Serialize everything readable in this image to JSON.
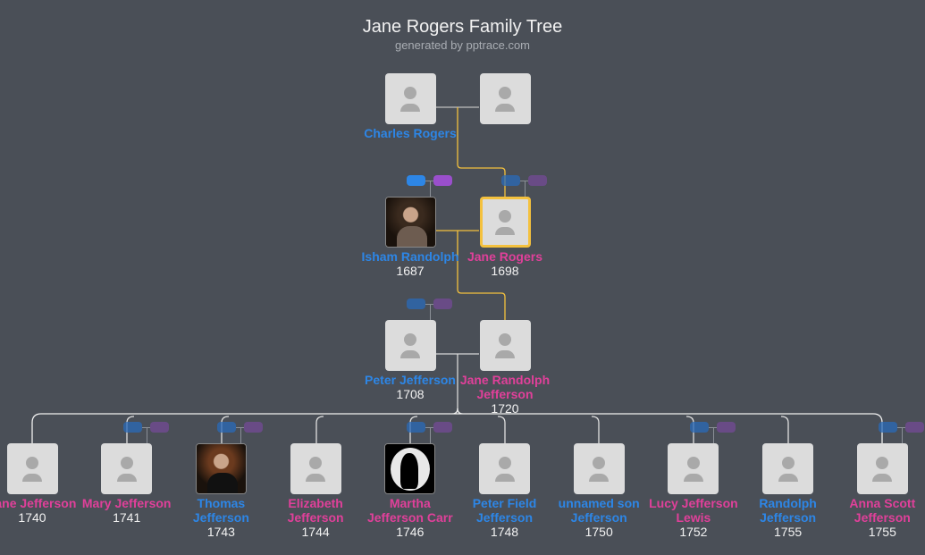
{
  "header": {
    "title": "Jane Rogers Family Tree",
    "subtitle": "generated by pptrace.com"
  },
  "colors": {
    "background": "#4a4f57",
    "male": "#2d86e6",
    "female": "#e0409a",
    "lineage": "#f4c13e"
  },
  "people": [
    {
      "id": "charles",
      "name": "Charles Rogers",
      "year": "",
      "gender": "m",
      "photo": "none"
    },
    {
      "id": "unknown",
      "name": "",
      "year": "",
      "gender": "f",
      "photo": "none"
    },
    {
      "id": "isham",
      "name": "Isham Randolph",
      "year": "1687",
      "gender": "m",
      "photo": "portrait-man-wig",
      "pills": true,
      "pills_active": true
    },
    {
      "id": "jane-rogers",
      "name": "Jane Rogers",
      "year": "1698",
      "gender": "f",
      "photo": "none",
      "selected": true,
      "pills": true
    },
    {
      "id": "peter",
      "name": "Peter Jefferson",
      "year": "1708",
      "gender": "m",
      "photo": "none",
      "pills": true
    },
    {
      "id": "jane-rj",
      "name": "Jane Randolph Jefferson",
      "year": "1720",
      "gender": "f",
      "photo": "none"
    },
    {
      "id": "c1",
      "name": "Jane Jefferson",
      "year": "1740",
      "gender": "f",
      "photo": "none"
    },
    {
      "id": "c2",
      "name": "Mary Jefferson",
      "year": "1741",
      "gender": "f",
      "photo": "none",
      "pills": true
    },
    {
      "id": "c3",
      "name": "Thomas Jefferson",
      "year": "1743",
      "gender": "m",
      "photo": "portrait-thomas",
      "pills": true
    },
    {
      "id": "c4",
      "name": "Elizabeth Jefferson",
      "year": "1744",
      "gender": "f",
      "photo": "none"
    },
    {
      "id": "c5",
      "name": "Martha Jefferson Carr",
      "year": "1746",
      "gender": "f",
      "photo": "silhouette",
      "pills": true
    },
    {
      "id": "c6",
      "name": "Peter Field Jefferson",
      "year": "1748",
      "gender": "m",
      "photo": "none"
    },
    {
      "id": "c7",
      "name": "unnamed son Jefferson",
      "year": "1750",
      "gender": "m",
      "photo": "none"
    },
    {
      "id": "c8",
      "name": "Lucy Jefferson Lewis",
      "year": "1752",
      "gender": "f",
      "photo": "none",
      "pills": true
    },
    {
      "id": "c9",
      "name": "Randolph Jefferson",
      "year": "1755",
      "gender": "m",
      "photo": "none"
    },
    {
      "id": "c10",
      "name": "Anna Scott Jefferson",
      "year": "1755",
      "gender": "f",
      "photo": "none",
      "pills": true
    }
  ]
}
